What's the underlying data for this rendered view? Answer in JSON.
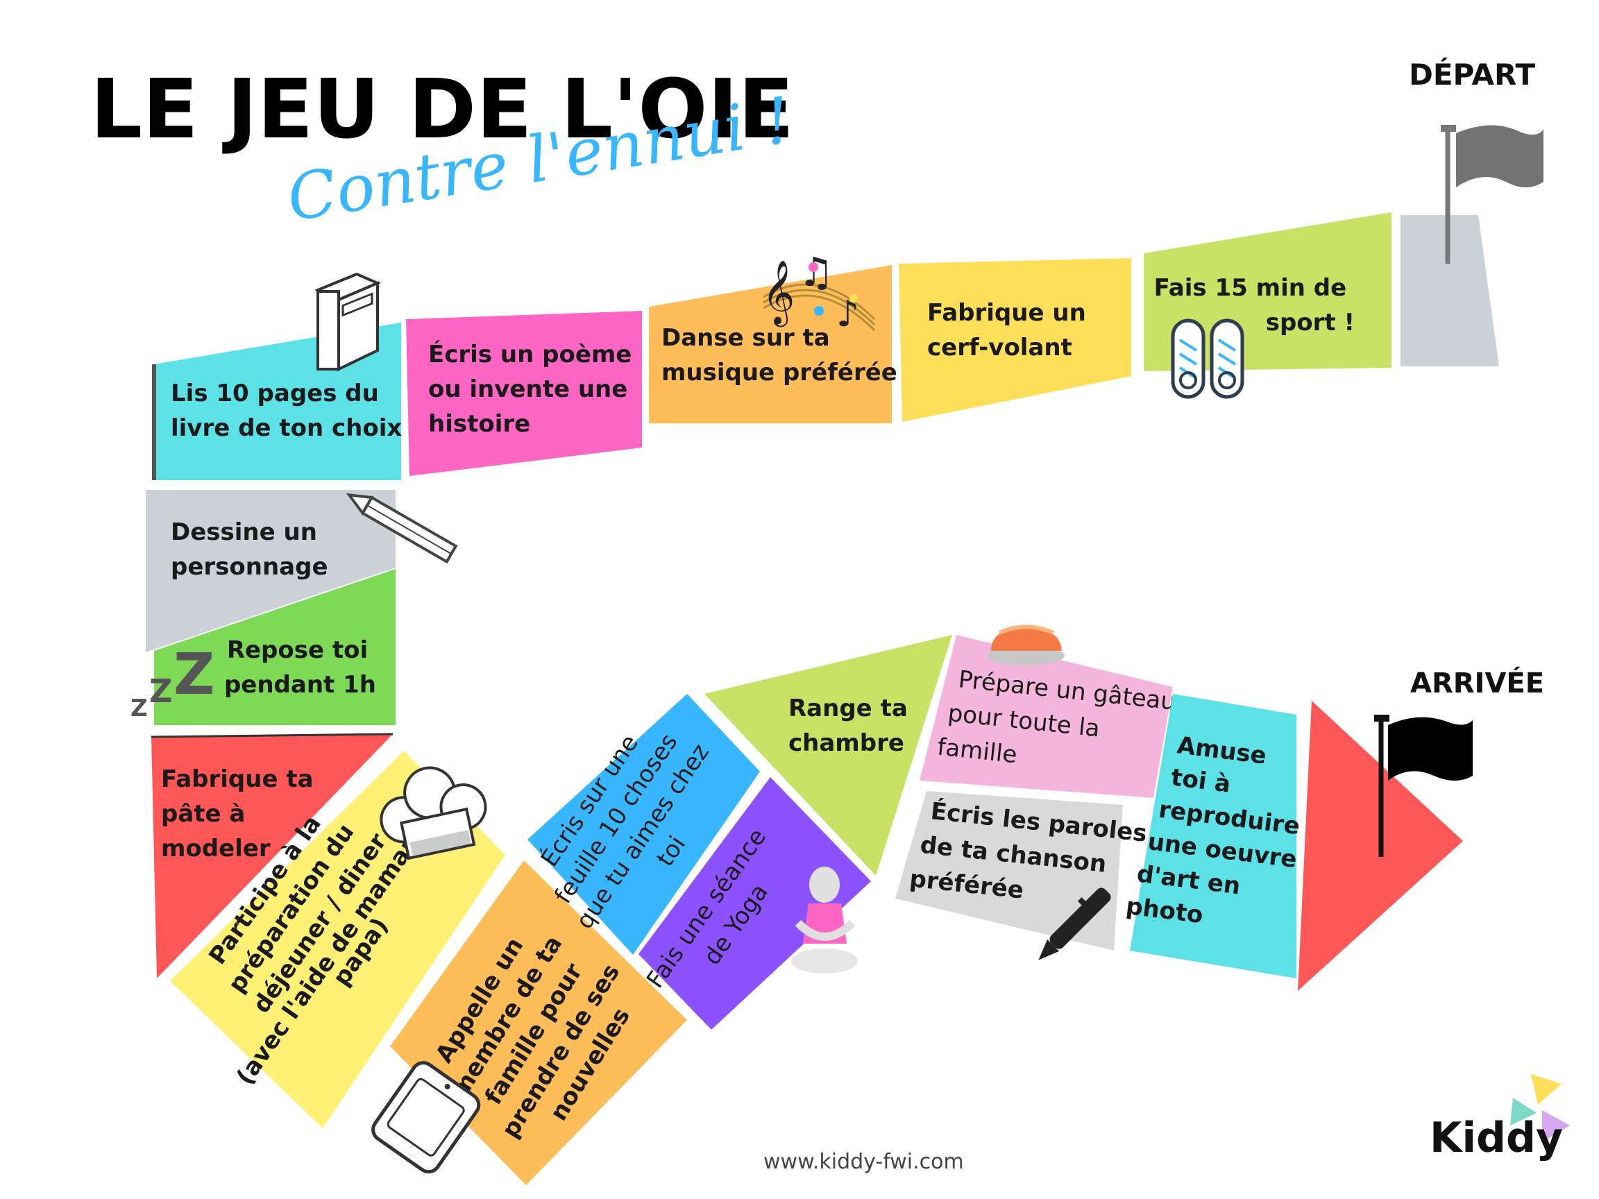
{
  "title": {
    "main": "LE JEU DE L'OIE",
    "sub": "Contre l'ennui !"
  },
  "start_label": "DÉPART",
  "end_label": "ARRIVÉE",
  "footer_url": "www.kiddy-fwi.com",
  "logo_text": "Kiddy",
  "colors": {
    "cyan": "#5ce1e6",
    "pink": "#ff66c4",
    "orange": "#ffbd59",
    "yellow": "#ffde59",
    "lime": "#c9e265",
    "grey": "#ccd1d8",
    "green": "#7ed957",
    "red": "#ff5757",
    "lightyellow": "#fff176",
    "blue": "#38b6ff",
    "purple": "#8c52ff",
    "lightpink": "#f4b6dc",
    "lightgrey": "#d9d9d9",
    "accent_blue": "#38b6ff"
  },
  "squares": [
    {
      "id": "lire",
      "lines": [
        "Lis 10 pages du",
        "livre de ton choix"
      ],
      "icon": "book-icon"
    },
    {
      "id": "poeme",
      "lines": [
        "Écris un poème",
        "ou invente une",
        "histoire"
      ]
    },
    {
      "id": "danse",
      "lines": [
        "Danse sur ta",
        "musique préférée"
      ],
      "icon": "music-notes-icon"
    },
    {
      "id": "cerf",
      "lines": [
        "Fabrique un",
        "cerf-volant"
      ]
    },
    {
      "id": "sport",
      "lines": [
        "Fais 15 min de",
        "sport !"
      ],
      "icon": "sneakers-icon"
    },
    {
      "id": "dessin",
      "lines": [
        "Dessine un",
        "personnage"
      ],
      "icon": "pencil-icon"
    },
    {
      "id": "repos",
      "lines": [
        "Repose toi",
        "pendant 1h"
      ],
      "icon": "sleep-zzz-icon"
    },
    {
      "id": "pate",
      "lines": [
        "Fabrique ta",
        "pâte à",
        "modeler"
      ]
    },
    {
      "id": "cuisine",
      "lines": [
        "Participe à la",
        "préparation du",
        "déjeuner / diner"
      ],
      "note": [
        "(avec l'aide de maman ou",
        "papa)"
      ],
      "icon": "chef-hat-icon"
    },
    {
      "id": "appel",
      "lines": [
        "Appelle un",
        "membre de ta",
        "famille pour",
        "prendre de ses",
        "nouvelles"
      ],
      "icon": "phone-icon"
    },
    {
      "id": "feuille",
      "lines": [
        "Écris sur une",
        "feuille 10 choses",
        "que tu aimes chez",
        "toi"
      ]
    },
    {
      "id": "yoga",
      "lines": [
        "Fais une séance",
        "de Yoga"
      ],
      "icon": "yoga-icon"
    },
    {
      "id": "range",
      "lines": [
        "Range ta",
        "chambre"
      ]
    },
    {
      "id": "gateau",
      "lines": [
        "Prépare un gâteau",
        "pour toute la",
        "famille"
      ],
      "icon": "cake-icon"
    },
    {
      "id": "paroles",
      "lines": [
        "Écris les paroles",
        "de ta chanson",
        "préférée"
      ],
      "icon": "pen-icon"
    },
    {
      "id": "art",
      "lines": [
        "Amuse",
        "toi à",
        "reproduire",
        "une oeuvre",
        "d'art en",
        "photo"
      ]
    }
  ]
}
